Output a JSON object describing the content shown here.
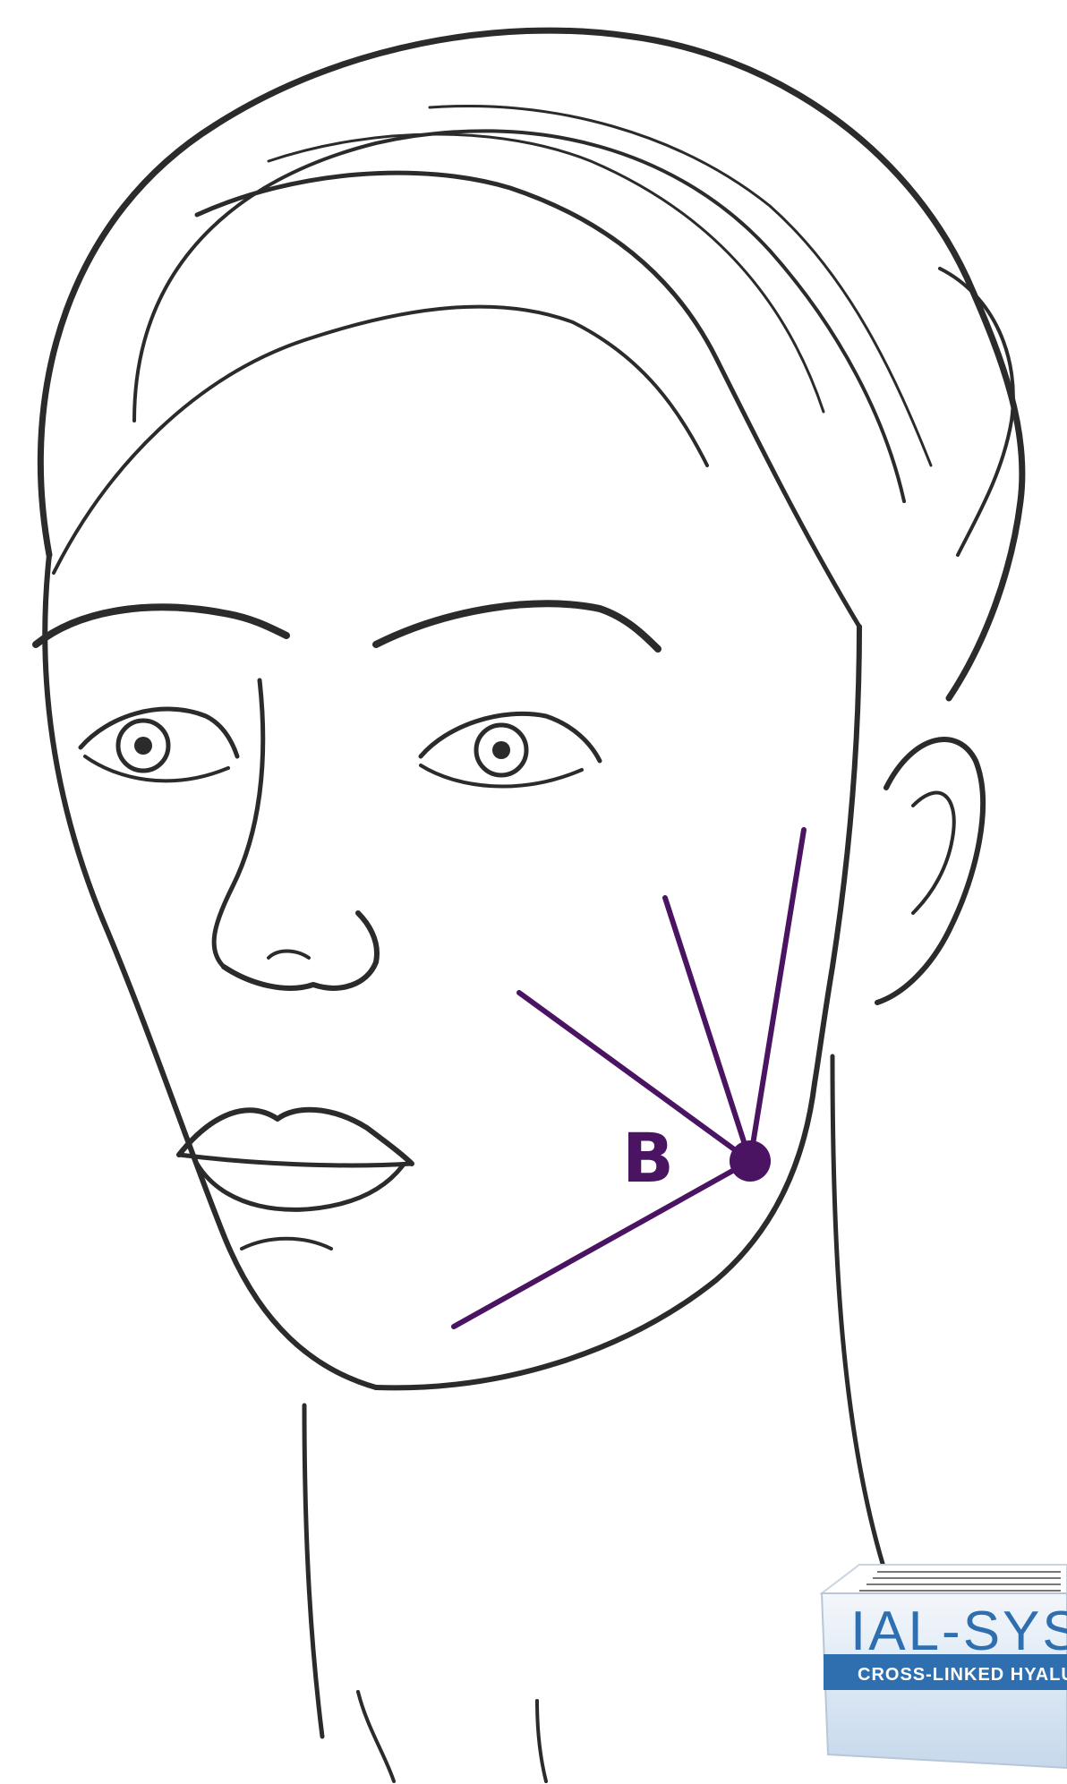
{
  "colors": {
    "vector": "#4a1463",
    "outline": "#2b2b2b",
    "box_blue": "#2f6fb0",
    "box_light": "#dfeaf5"
  },
  "diagram": {
    "injection_point_label": "B",
    "vector_count": 4
  },
  "product_box": {
    "brand": "IAL-SYST",
    "subtitle": "CROSS-LINKED HYALURO"
  }
}
